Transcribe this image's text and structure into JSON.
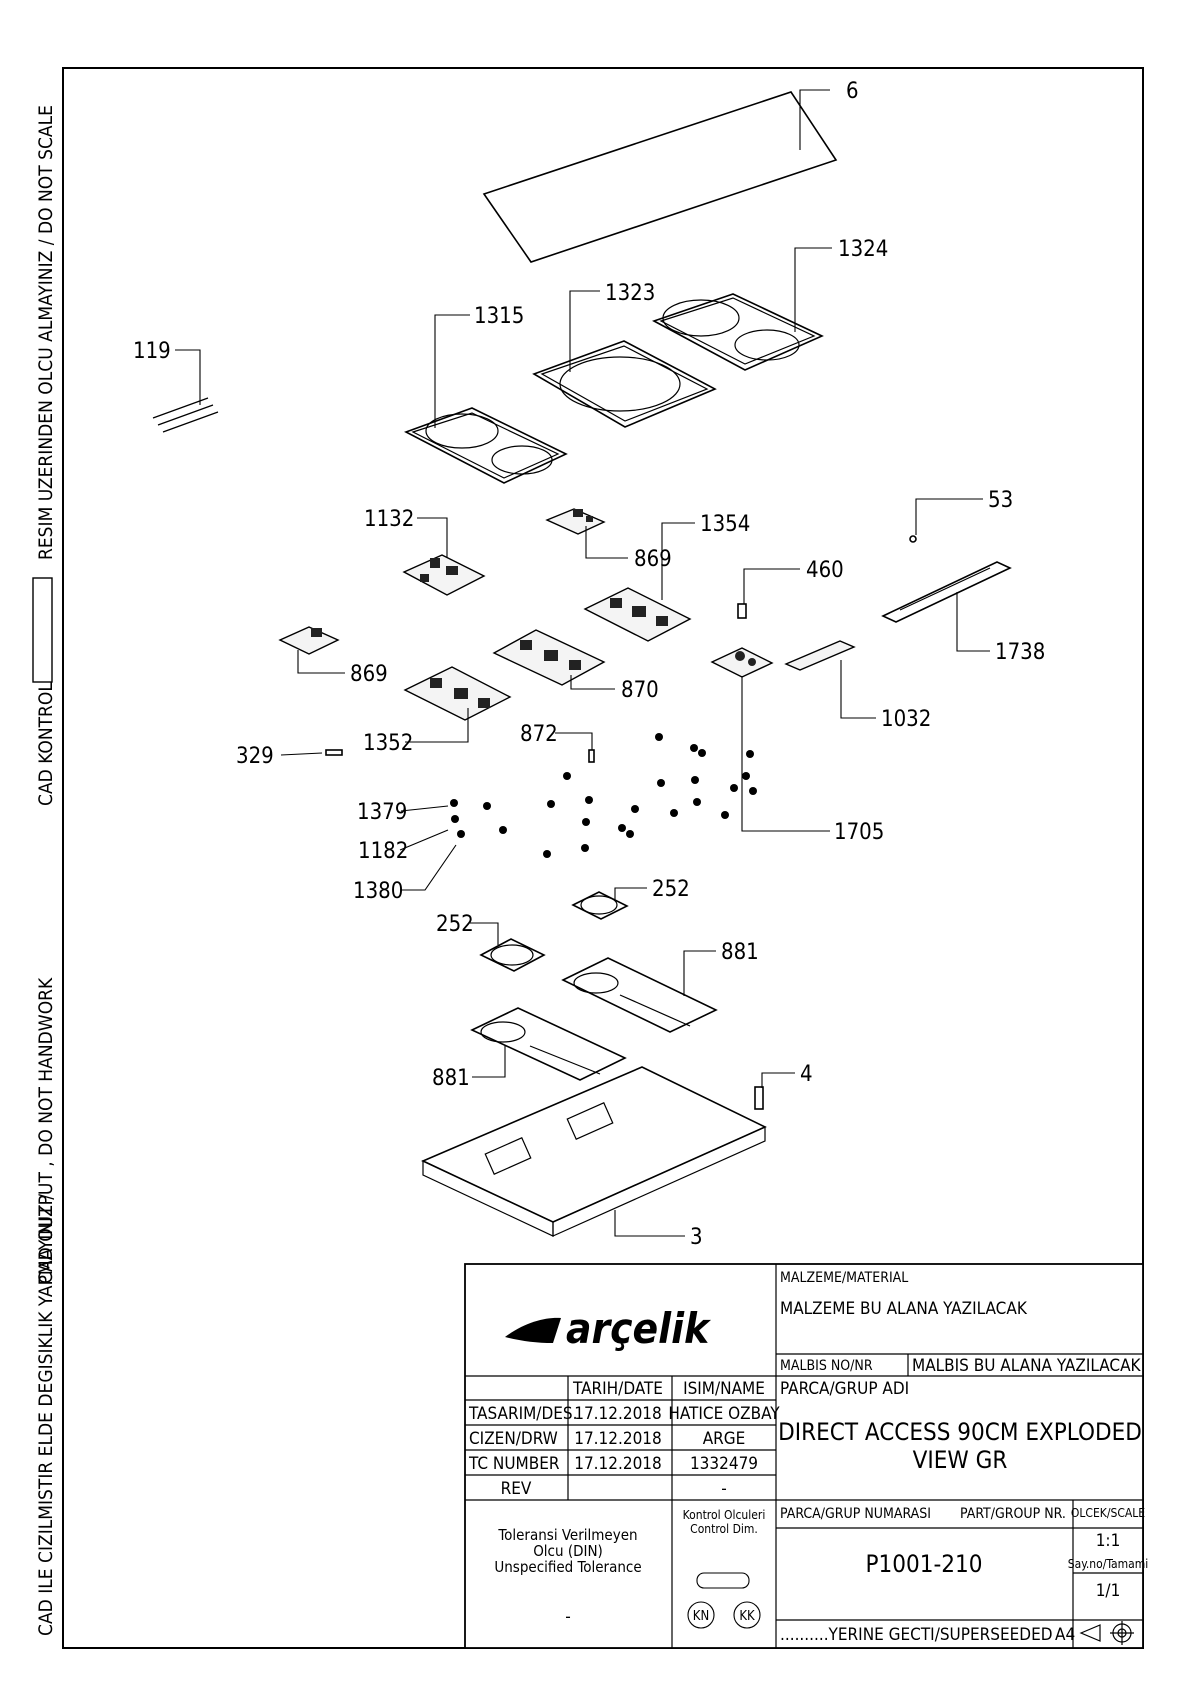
{
  "side_notes": {
    "top": "RESIM UZERINDEN OLCU ALMAYINIZ / DO NOT SCALE",
    "cad_kontrol": "CAD KONTROL",
    "middle": "CAD OUTPUT , DO NOT HANDWORK",
    "bottom": "CAD ILE CIZILMISTIR ELDE DEGISIKLIK YAPMAYINIZ /"
  },
  "callouts": {
    "c6": "6",
    "c1324": "1324",
    "c1323": "1323",
    "c1315": "1315",
    "c119": "119",
    "c53": "53",
    "c1132": "1132",
    "c1354": "1354",
    "c869a": "869",
    "c460": "460",
    "c1738": "1738",
    "c869b": "869",
    "c870": "870",
    "c1032": "1032",
    "c329": "329",
    "c1352": "1352",
    "c872": "872",
    "c1379": "1379",
    "c1705": "1705",
    "c1182": "1182",
    "c1380": "1380",
    "c252a": "252",
    "c252b": "252",
    "c881a": "881",
    "c881b": "881",
    "c4": "4",
    "c3": "3"
  },
  "title_block": {
    "logo": "arçelik",
    "material_header": "MALZEME/MATERIAL",
    "material_value": "MALZEME BU ALANA YAZILACAK",
    "malbis_header": "MALBIS NO/NR",
    "malbis_value": "MALBIS BU ALANA YAZILACAK",
    "col_date": "TARIH/DATE",
    "col_name": "ISIM/NAME",
    "row_des": "TASARIM/DES.",
    "row_des_date": "17.12.2018",
    "row_des_name": "HATICE OZBAY",
    "row_drw": "CIZEN/DRW",
    "row_drw_date": "17.12.2018",
    "row_drw_name": "ARGE",
    "row_tc": "TC NUMBER",
    "row_tc_date": "17.12.2018",
    "row_tc_name": "1332479",
    "row_rev": "REV",
    "row_rev_name": "-",
    "group_name_header": "PARCA/GRUP ADI",
    "group_name_line1": "DIRECT ACCESS 90CM EXPLODED",
    "group_name_line2": "VIEW GR",
    "group_no_header": "PARCA/GRUP NUMARASI",
    "group_no_header_en": "PART/GROUP NR.",
    "group_no_value": "P1001-210",
    "scale_header": "OLCEK/SCALE",
    "scale_value": "1:1",
    "sheet_header": "Say.no/Tamami",
    "sheet_value": "1/1",
    "tol_line1": "Toleransi Verilmeyen",
    "tol_line2": "Olcu (DIN)",
    "tol_line3": "Unspecified Tolerance",
    "tol_value": "-",
    "control_line1": "Kontrol Olculeri",
    "control_line2": "Control Dim.",
    "kn": "KN",
    "kk": "KK",
    "supersede": "..........YERINE GECTI/SUPERSEEDED",
    "paper": "A4"
  }
}
